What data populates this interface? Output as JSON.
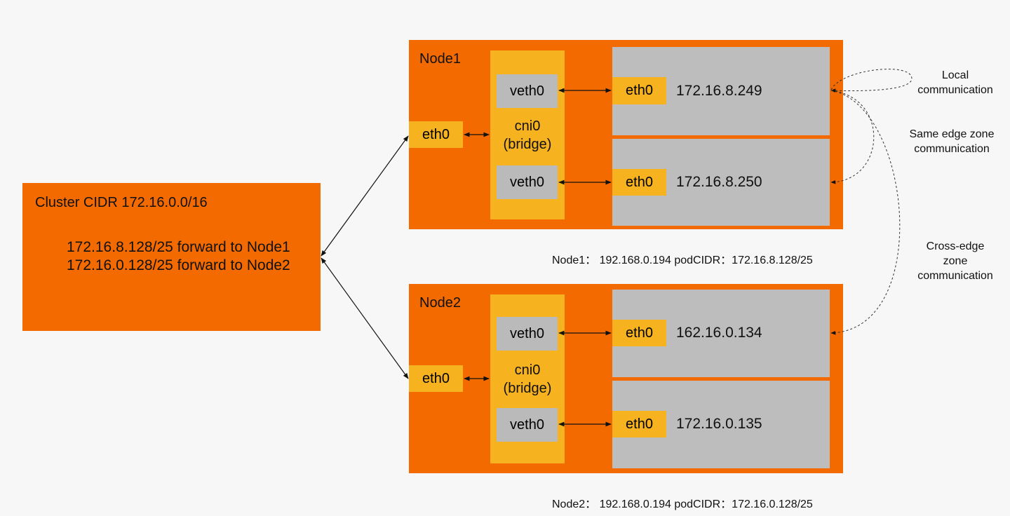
{
  "cluster": {
    "title": "Cluster CIDR 172.16.0.0/16",
    "routes": [
      "172.16.8.128/25 forward to Node1",
      "172.16.0.128/25 forward to Node2"
    ]
  },
  "node1": {
    "label": "Node1",
    "eth0": "eth0",
    "bridge_line1": "cni0",
    "bridge_line2": "(bridge)",
    "veth_top": "veth0",
    "veth_bottom": "veth0",
    "pods": [
      {
        "eth": "eth0",
        "ip": "172.16.8.249"
      },
      {
        "eth": "eth0",
        "ip": "172.16.8.250"
      }
    ],
    "caption": "Node1：  192.168.0.194 podCIDR：172.16.8.128/25"
  },
  "node2": {
    "label": "Node2",
    "eth0": "eth0",
    "bridge_line1": "cni0",
    "bridge_line2": "(bridge)",
    "veth_top": "veth0",
    "veth_bottom": "veth0",
    "pods": [
      {
        "eth": "eth0",
        "ip": "162.16.0.134"
      },
      {
        "eth": "eth0",
        "ip": "172.16.0.135"
      }
    ],
    "caption": "Node2：  192.168.0.194 podCIDR：172.16.0.128/25"
  },
  "communication": {
    "local": [
      "Local",
      "communication"
    ],
    "same_zone": [
      "Same edge zone",
      "communication"
    ],
    "cross_zone": [
      "Cross-edge",
      "zone",
      "communication"
    ]
  },
  "colors": {
    "orange": "#f36a00",
    "yellow": "#f6b21f",
    "gray": "#bdbdbd",
    "background": "#f7f7f7"
  }
}
